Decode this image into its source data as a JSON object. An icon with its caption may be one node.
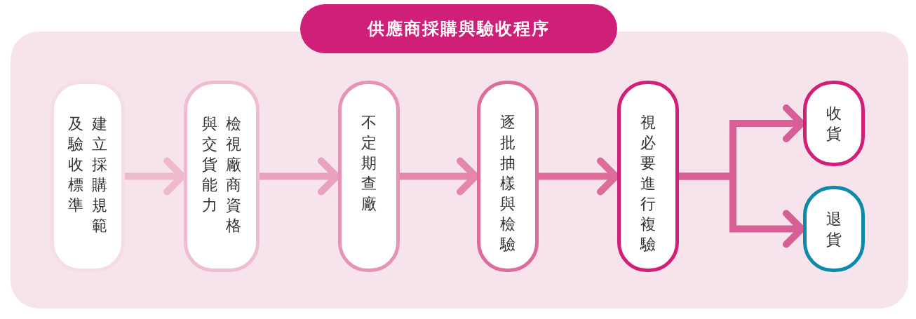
{
  "diagram": {
    "title": "供應商採購與驗收程序",
    "nodes": [
      {
        "text": [
          "建立採購規範及驗收標準"
        ]
      },
      {
        "text": [
          "檢視廠商資格與交貨能力"
        ]
      },
      {
        "text": [
          "不定期查廠"
        ]
      },
      {
        "text": [
          "逐批抽樣與檢驗"
        ]
      },
      {
        "text": [
          "視必要進行複驗"
        ]
      },
      {
        "text": [
          "收貨"
        ]
      },
      {
        "text": [
          "退貨"
        ]
      }
    ],
    "edges": [
      {
        "from": 0,
        "to": 1,
        "arrow": "to",
        "color": "#efb9cd"
      },
      {
        "from": 1,
        "to": 2,
        "arrow": "to",
        "color": "#e8a2bd"
      },
      {
        "from": 2,
        "to": 3,
        "arrow": "to",
        "color": "#e487ab"
      },
      {
        "from": 3,
        "to": 4,
        "arrow": "to",
        "color": "#dd6c9b"
      },
      {
        "from": 4,
        "to": 5,
        "arrow": "to",
        "color": "#d85f96"
      },
      {
        "from": 4,
        "to": 6,
        "arrow": "to",
        "color": "#d85f96"
      }
    ]
  }
}
